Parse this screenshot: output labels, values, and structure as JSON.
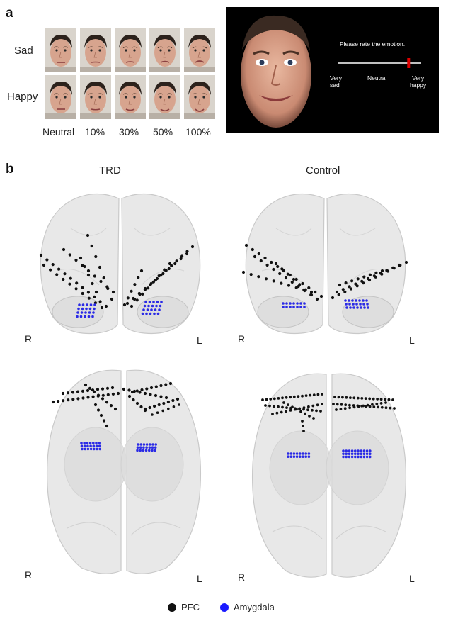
{
  "panel_a": {
    "letter": "a",
    "rows": [
      {
        "label": "Sad",
        "levels": 5
      },
      {
        "label": "Happy",
        "levels": 5
      }
    ],
    "columns": [
      "Neutral",
      "10%",
      "30%",
      "50%",
      "100%"
    ],
    "task": {
      "prompt": "Please rate the emotion.",
      "left_label": "Very\nsad",
      "middle_label": "Neutral",
      "right_label": "Very\nhappy",
      "slider_value": 0.85
    }
  },
  "panel_b": {
    "letter": "b",
    "groups": [
      "TRD",
      "Control"
    ],
    "right_label": "R",
    "left_label": "L",
    "legend": [
      {
        "label": "PFC",
        "color": "#111111"
      },
      {
        "label": "Amygdala",
        "color": "#1a1aff"
      }
    ]
  },
  "colors": {
    "pfc": "#111111",
    "amygdala": "#2a2ae6",
    "brain_fill": "#e6e6e6",
    "brain_stroke": "#c4c4c4"
  }
}
